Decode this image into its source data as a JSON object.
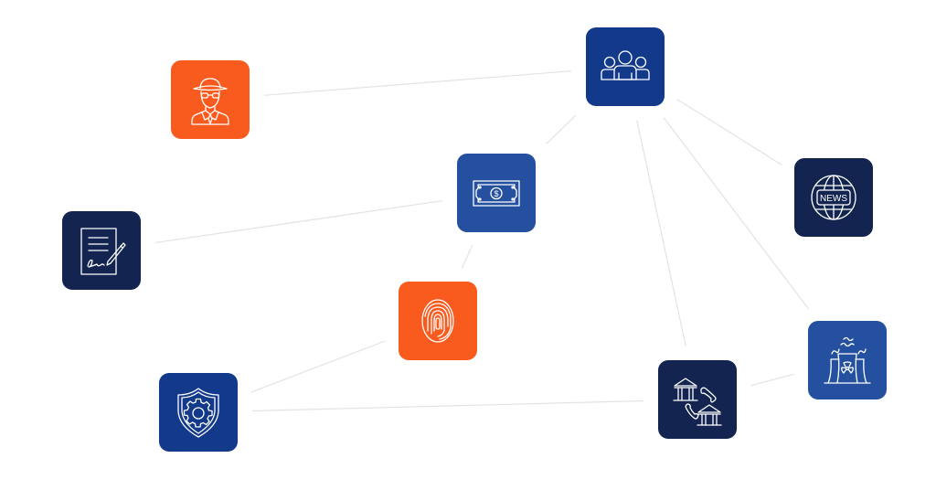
{
  "diagram": {
    "type": "network-of-icon-tiles",
    "colors": {
      "orange": "#F95A1E",
      "blue": "#13398A",
      "bright_blue": "#24509F",
      "navy": "#12244F",
      "edge": "#E3E3E3",
      "icon_stroke": "#FFFFFF"
    },
    "nodes": [
      {
        "id": "spy",
        "icon": "spy-agent-icon",
        "color": "orange"
      },
      {
        "id": "people",
        "icon": "group-people-icon",
        "color": "blue"
      },
      {
        "id": "money",
        "icon": "dollar-bill-icon",
        "color": "bright_blue"
      },
      {
        "id": "contract",
        "icon": "signed-contract-icon",
        "color": "navy"
      },
      {
        "id": "fingerprint",
        "icon": "fingerprint-icon",
        "color": "orange"
      },
      {
        "id": "shield",
        "icon": "shield-gear-icon",
        "color": "blue"
      },
      {
        "id": "banks",
        "icon": "bank-transfer-phone-icon",
        "color": "navy"
      },
      {
        "id": "news",
        "icon": "globe-news-icon",
        "color": "navy",
        "label": "NEWS"
      },
      {
        "id": "plant",
        "icon": "nuclear-plant-icon",
        "color": "bright_blue"
      }
    ],
    "edges": [
      [
        "spy",
        "people"
      ],
      [
        "people",
        "money"
      ],
      [
        "people",
        "news"
      ],
      [
        "people",
        "plant"
      ],
      [
        "people",
        "banks"
      ],
      [
        "money",
        "contract"
      ],
      [
        "money",
        "fingerprint"
      ],
      [
        "fingerprint",
        "shield"
      ],
      [
        "shield",
        "banks"
      ],
      [
        "banks",
        "plant"
      ]
    ]
  }
}
